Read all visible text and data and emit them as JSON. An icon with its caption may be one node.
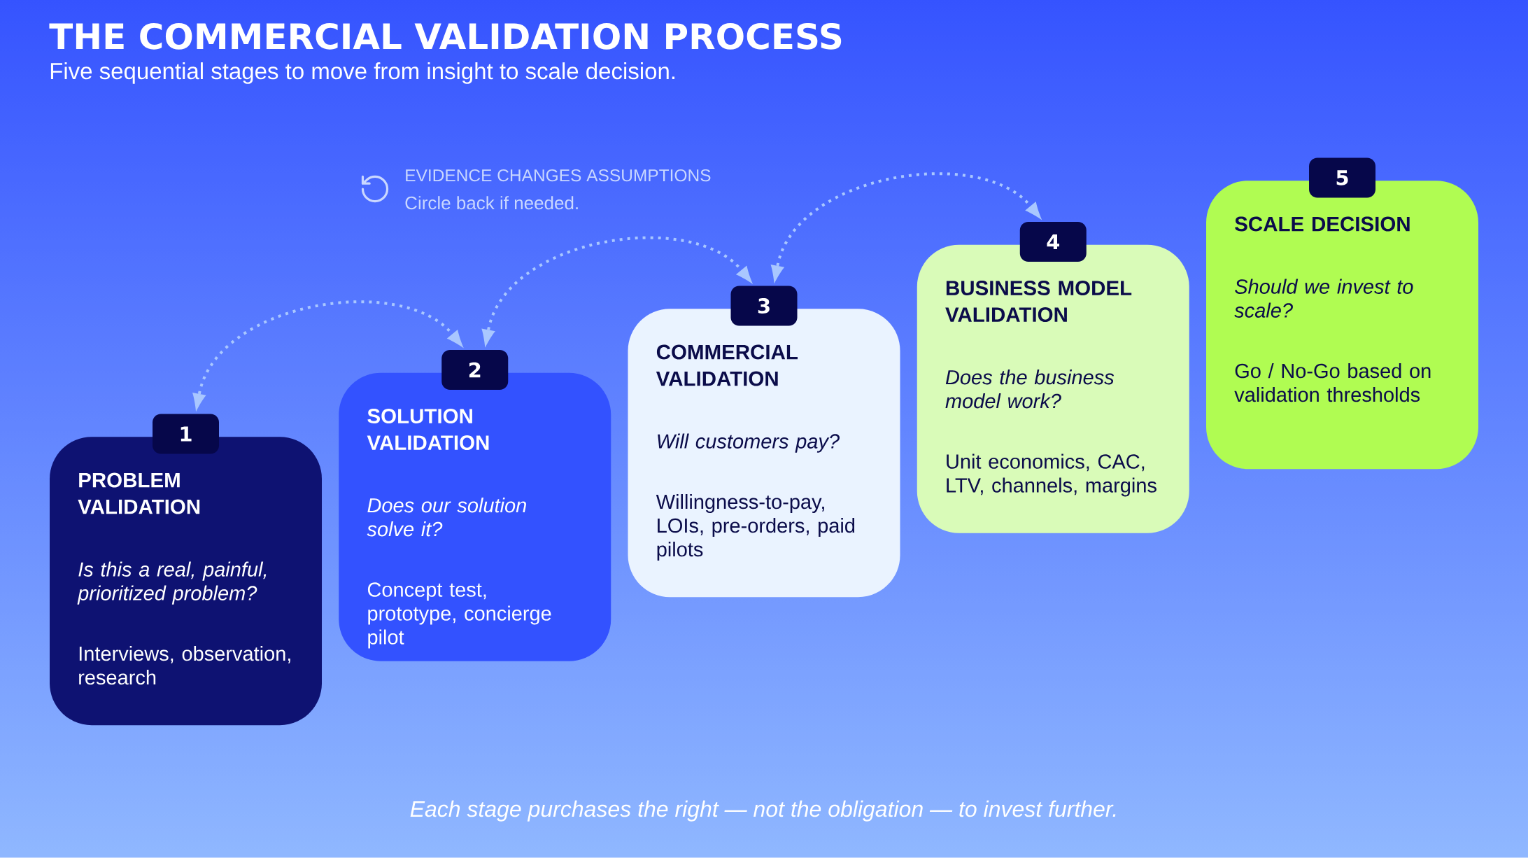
{
  "diagram": {
    "title": "THE COMMERCIAL VALIDATION PROCESS",
    "caption": "Each stage purchases the right — not the obligation — to invest further.",
    "nodes": [
      {
        "text": [
          "1"
        ]
      },
      {
        "text": [
          "PROBLEM VALIDATION",
          "Is this a real, painful, prioritized problem?",
          "Interviews, observation, research"
        ]
      },
      {
        "text": [
          "2"
        ]
      },
      {
        "text": [
          "SOLUTION VALIDATION",
          "Does our solution solve it?",
          "Concept test, prototype, concierge pilot"
        ]
      },
      {
        "text": [
          "3"
        ]
      },
      {
        "text": [
          "COMMERCIAL VALIDATION",
          "Will customers pay?",
          "Willingness-to-pay, LOIs, pre-orders, paid pilots"
        ]
      },
      {
        "text": [
          "4"
        ]
      },
      {
        "text": [
          "BUSINESS MODEL VALIDATION",
          "Does the business model work?",
          "Unit economics, CAC, LTV, channels, margins"
        ]
      },
      {
        "text": [
          "5"
        ]
      },
      {
        "text": [
          "SCALE DECISION",
          "Should we invest to scale?",
          "Go / No-Go based on validation thresholds"
        ]
      }
    ],
    "edges": [
      {
        "from": 0,
        "to": 2,
        "arrow": "both",
        "style": "dashed"
      },
      {
        "from": 2,
        "to": 4,
        "arrow": "both",
        "style": "dashed"
      },
      {
        "from": 4,
        "to": 6,
        "arrow": "both",
        "style": "dashed"
      }
    ],
    "labels": [
      "Five sequential stages to move from insight to scale decision.",
      "EVIDENCE CHANGES ASSUMPTIONS",
      "Circle back if needed."
    ]
  }
}
